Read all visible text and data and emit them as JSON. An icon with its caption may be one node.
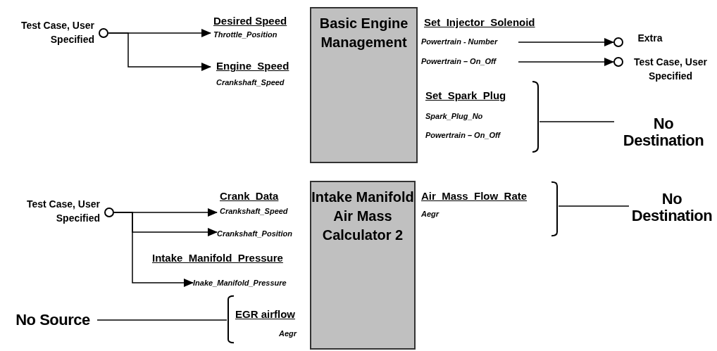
{
  "diagram": {
    "nodes": [
      {
        "text": [],
        "shape": "circle",
        "beside": [
          "Test Case, User Specified"
        ]
      },
      {
        "text": [
          "Desired Speed",
          "Throttle_Position"
        ]
      },
      {
        "text": [
          "Engine_Speed",
          "Crankshaft_Speed"
        ]
      },
      {
        "text": [
          "Basic Engine Management"
        ]
      },
      {
        "text": [
          "Powertrain - Number"
        ]
      },
      {
        "text": [
          "Powertrain – On_Off"
        ]
      },
      {
        "text": [],
        "shape": "circle",
        "beside": [
          "Extra"
        ]
      },
      {
        "text": [],
        "shape": "circle",
        "beside": [
          "Test Case, User Specified"
        ]
      },
      {
        "text": [
          "Set_Spark_Plug",
          "Spark_Plug_No",
          "Powertrain – On_Off"
        ]
      },
      {
        "text": [
          "No Destination"
        ]
      },
      {
        "text": [],
        "shape": "circle",
        "beside": [
          "Test Case, User Specified"
        ]
      },
      {
        "text": [
          "Crank_Data",
          "Crankshaft_Speed"
        ]
      },
      {
        "text": [
          "Crankshaft_Position"
        ]
      },
      {
        "text": [
          "Inake_Manifold_Pressure"
        ]
      },
      {
        "text": [
          "Intake Manifold Air Mass Calculator 2"
        ]
      },
      {
        "text": [
          "Air_Mass_Flow_Rate",
          "Aegr"
        ]
      },
      {
        "text": [
          "No Destination"
        ]
      },
      {
        "text": [
          "No Source"
        ]
      },
      {
        "text": [
          "EGR airflow",
          "Aegr"
        ]
      }
    ],
    "edges": [
      {
        "from": 0,
        "to": 1,
        "arrow": "to"
      },
      {
        "from": 0,
        "to": 2,
        "arrow": "to"
      },
      {
        "from": 4,
        "to": 6,
        "arrow": "to"
      },
      {
        "from": 5,
        "to": 7,
        "arrow": "to"
      },
      {
        "from": 8,
        "to": 9,
        "arrow": "none"
      },
      {
        "from": 10,
        "to": 11,
        "arrow": "to"
      },
      {
        "from": 10,
        "to": 12,
        "arrow": "to"
      },
      {
        "from": 10,
        "to": 13,
        "arrow": "to"
      },
      {
        "from": 15,
        "to": 16,
        "arrow": "none"
      },
      {
        "from": 17,
        "to": 18,
        "arrow": "none"
      }
    ],
    "labels": [
      "Set_Injector_Solenoid",
      "Intake_Manifold_Pressure"
    ]
  }
}
